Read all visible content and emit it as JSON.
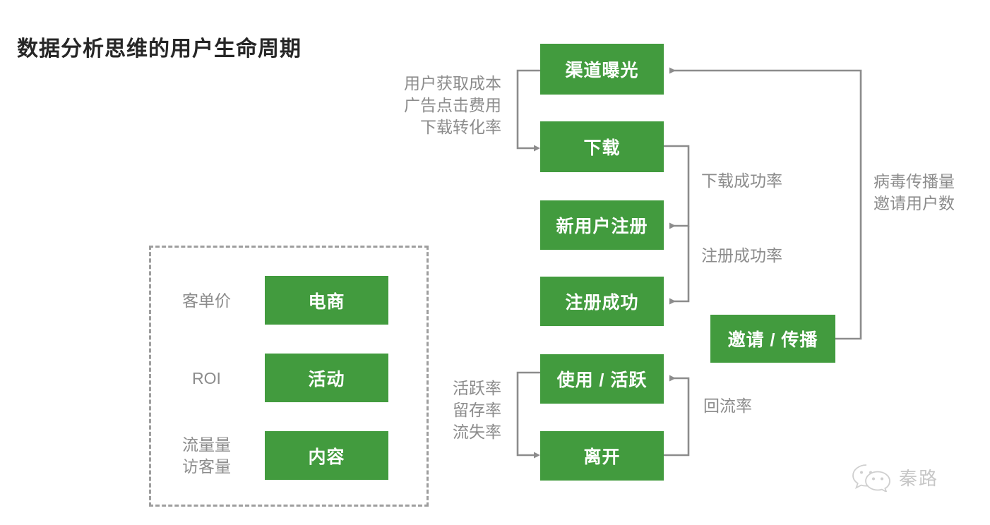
{
  "title": "数据分析思维的用户生命周期",
  "theme": {
    "box_green": "#429b3e",
    "box_text": "#ffffff",
    "note_gray": "#8c8c8c",
    "wire_gray": "#8c8c8c",
    "dash_gray": "#9e9e9e",
    "title_color": "#262626"
  },
  "flow": {
    "nodes": [
      {
        "id": "channel-exposure",
        "label": "渠道曝光"
      },
      {
        "id": "download",
        "label": "下载"
      },
      {
        "id": "new-user-signup",
        "label": "新用户注册"
      },
      {
        "id": "signup-success",
        "label": "注册成功"
      },
      {
        "id": "invite-spread",
        "label": "邀请 / 传播"
      },
      {
        "id": "use-active",
        "label": "使用 / 活跃"
      },
      {
        "id": "leave",
        "label": "离开"
      }
    ],
    "edge_labels": {
      "acquisition": [
        "用户获取成本",
        "广告点击费用",
        "下载转化率"
      ],
      "download_success": "下载成功率",
      "signup_success": "注册成功率",
      "viral": [
        "病毒传播量",
        "邀请用户数"
      ],
      "activity": [
        "活跃率",
        "留存率",
        "流失率"
      ],
      "return": "回流率"
    }
  },
  "business_panel": {
    "rows": [
      {
        "metrics": [
          "客单价"
        ],
        "label": "电商"
      },
      {
        "metrics": [
          "ROI"
        ],
        "label": "活动"
      },
      {
        "metrics": [
          "流量量",
          "访客量"
        ],
        "label": "内容"
      }
    ]
  },
  "watermark": {
    "icon": "wechat-icon",
    "text": "秦路"
  }
}
